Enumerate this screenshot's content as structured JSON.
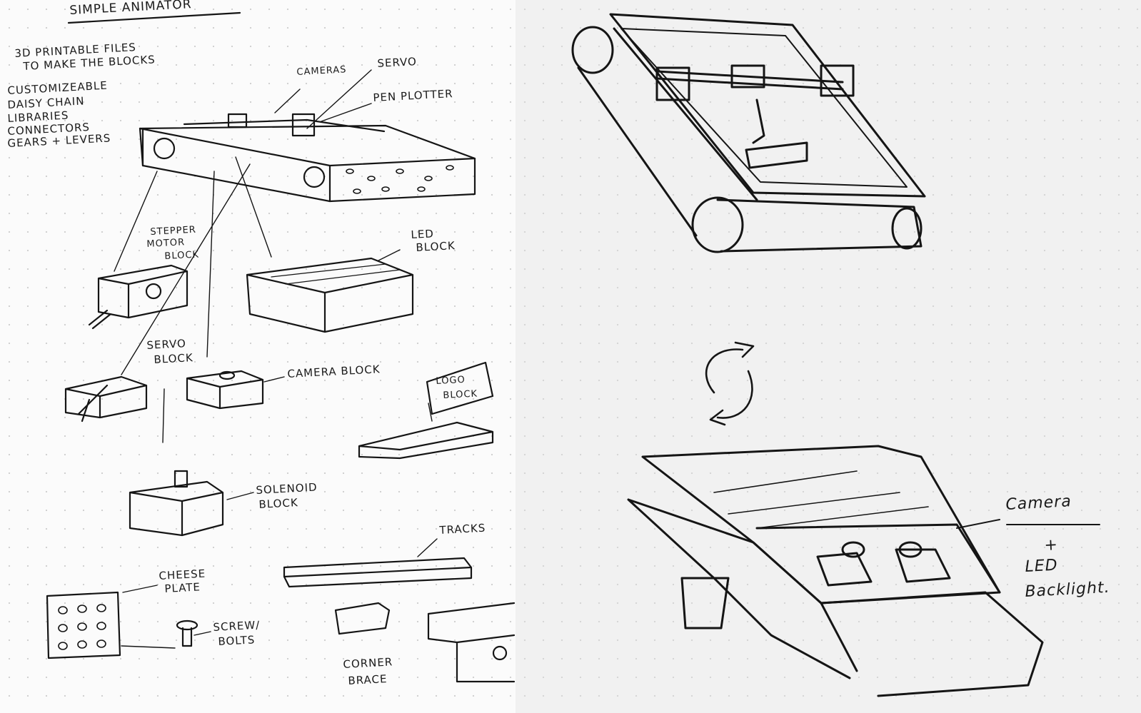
{
  "left_page": {
    "title": "SIMPLE ANIMATOR",
    "notes": [
      "3D PRINTABLE FILES",
      "TO MAKE THE BLOCKS",
      "CUSTOMIZEABLE",
      "DAISY CHAIN",
      "LIBRARIES",
      "CONNECTORS",
      "GEARS + LEVERS"
    ],
    "labels": {
      "cameras": "CAMERAS",
      "servo": "SERVO",
      "pen_plotter": "PEN Plotter",
      "stepper": [
        "STEPPER",
        "MOTOR",
        "BLOCK"
      ],
      "led": [
        "LED",
        "BLOCK"
      ],
      "servo_block": [
        "SERVO",
        "BLOCK"
      ],
      "camera_block": "CAMERA BLOCK",
      "logo_block": [
        "LOGO",
        "BLOCK"
      ],
      "solenoid": [
        "SOLENOID",
        "BLOCK"
      ],
      "tracks": "TRACKS",
      "cheese_plate": [
        "CHEESE",
        "PLATE"
      ],
      "screw": [
        "SCREW/",
        "BOLTS"
      ],
      "corner_brace": [
        "CORNER",
        "BRACE"
      ]
    }
  },
  "right_page": {
    "labels": [
      "Camera",
      "+",
      "LED",
      "Backlight."
    ]
  }
}
